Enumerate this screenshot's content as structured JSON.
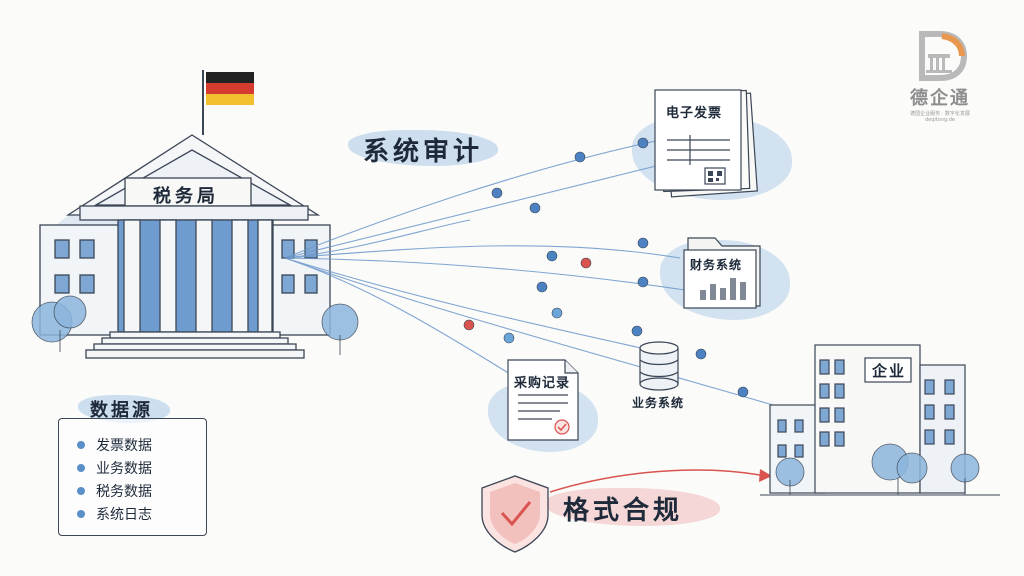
{
  "diagram": {
    "tax_office_label": "税务局",
    "audit_label": "系统审计",
    "compliance_label": "格式合规",
    "enterprise_label": "企业",
    "documents": {
      "einvoice": "电子发票",
      "finance_system": "财务系统",
      "procurement": "采购记录",
      "business_system": "业务系统"
    },
    "data_sources": {
      "title": "数据源",
      "items": [
        "发票数据",
        "业务数据",
        "税务数据",
        "系统日志"
      ]
    }
  },
  "logo": {
    "name": "德企通",
    "tagline": "德国企业服务 · 数字化发展",
    "url": "deqitong.de"
  },
  "colors": {
    "ink": "#1e2a3a",
    "accent_blue": "#5a8fc7",
    "accent_red": "#d9534f",
    "logo_orange": "#e8974f"
  }
}
